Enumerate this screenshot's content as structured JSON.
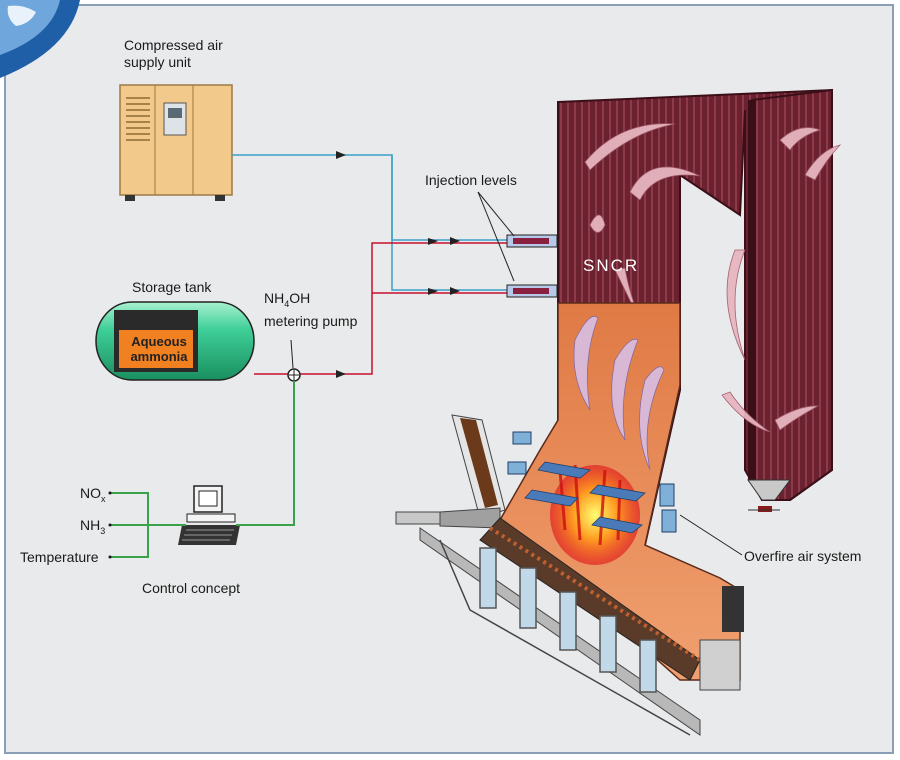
{
  "labels": {
    "compressed_air_line1": "Compressed air",
    "compressed_air_line2": "supply unit",
    "storage_tank": "Storage tank",
    "aqueous_line1": "Aqueous",
    "aqueous_line2": "ammonia",
    "pump_formula": "NH",
    "pump_sub": "4",
    "pump_formula_tail": "OH",
    "pump_line2": "metering pump",
    "injection_levels": "Injection levels",
    "sncr": "SNCR",
    "nox": "NO",
    "nox_sub": "x",
    "nh3": "NH",
    "nh3_sub": "3",
    "temperature": "Temperature",
    "control_concept": "Control concept",
    "overfire_air": "Overfire air system"
  },
  "colors": {
    "background": "#e9eaeb",
    "frame": "#8a9fb6",
    "air_line": "#3aa0c8",
    "ammonia_line": "#c8102e",
    "control_line": "#3aa24a",
    "boiler_shell": "#6b2230",
    "combustion_zone": "#e48a52",
    "cabinet": "#f2c98a",
    "tank_body": "#2fbf8a",
    "tank_window": "#f08020"
  }
}
